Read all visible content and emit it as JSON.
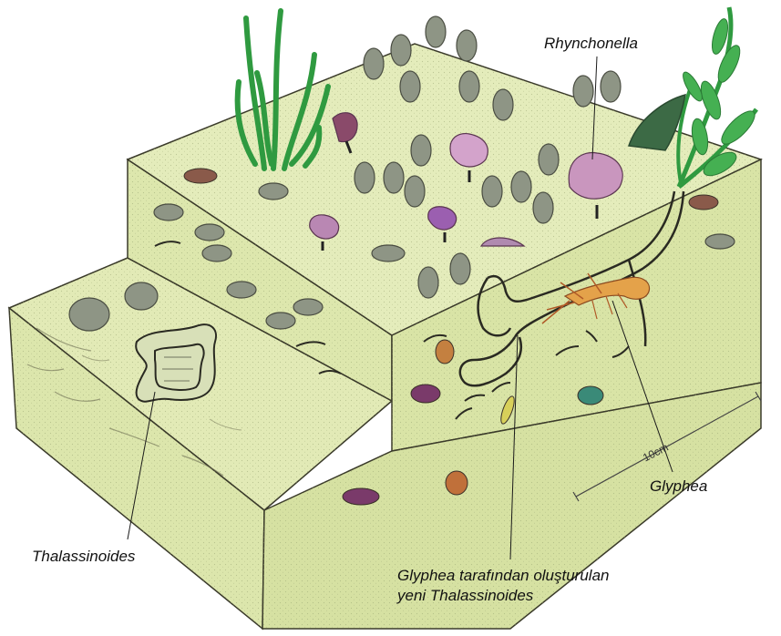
{
  "labels": {
    "rhynchonella": "Rhynchonella",
    "glyphea": "Glyphea",
    "thalassinoides": "Thalassinoides",
    "new_burrow_line1": "Glyphea tarafından oluşturulan",
    "new_burrow_line2": "yeni Thalassinoides"
  },
  "scale_bar": {
    "label": "10cm"
  },
  "colors": {
    "sediment_top": "#e3ebb8",
    "sediment_side_light": "#dfe8b0",
    "sediment_side_dark": "#d5e0a2",
    "outline": "#3a3a2a",
    "brachiopod_grey": "#8d9384",
    "brachiopod_pink": "#c48fb8",
    "brachiopod_purple": "#9a5fa8",
    "seaweed_green": "#3da84a",
    "burrow": "#2a2a22",
    "glyphea_orange": "#e09a40"
  },
  "icons": [
    "seaweed-icon",
    "brachiopod-icon",
    "shrimp-icon",
    "burrow-icon",
    "scale-bar-icon"
  ]
}
